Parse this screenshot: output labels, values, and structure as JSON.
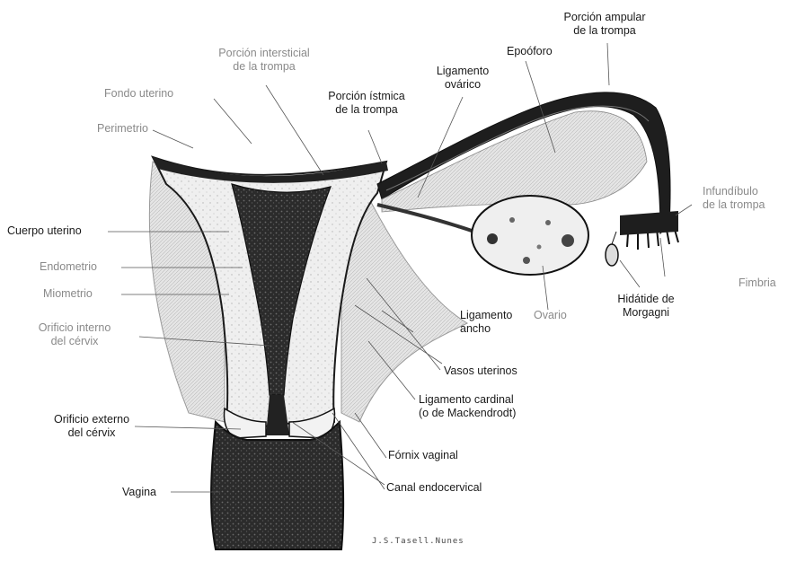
{
  "labels": {
    "porcion_ampular": "Porción ampular\nde la trompa",
    "epooforo": "Epoóforo",
    "ligamento_ovarico": "Ligamento\novárico",
    "porcion_intersticial": "Porción intersticial\nde la trompa",
    "fondo_uterino": "Fondo uterino",
    "porcion_istmica": "Porción ístmica\nde la trompa",
    "perimetrio": "Perimetrio",
    "infundibulo": "Infundíbulo\nde la trompa",
    "cuerpo_uterino": "Cuerpo uterino",
    "endometrio": "Endometrio",
    "miometrio": "Miometrio",
    "fimbria": "Fimbria",
    "orificio_interno": "Orificio interno\ndel cérvix",
    "ligamento_ancho": "Ligamento\nancho",
    "ovario": "Ovario",
    "hidatide": "Hidátide de\nMorgagni",
    "vasos_uterinos": "Vasos uterinos",
    "ligamento_cardinal": "Ligamento cardinal\n(o de Mackendrodt)",
    "orificio_externo": "Orificio externo\ndel cérvix",
    "fornix_vaginal": "Fórnix vaginal",
    "canal_endocervical": "Canal endocervical",
    "vagina": "Vagina"
  },
  "signature": "J.S.Tasell.Nunes",
  "colors": {
    "ink": "#1a1a1a",
    "tissue_light": "#e9e9e9",
    "tissue_mid": "#bdbdbd",
    "cavity": "#3a3a3a",
    "vagina": "#2a2a2a"
  }
}
